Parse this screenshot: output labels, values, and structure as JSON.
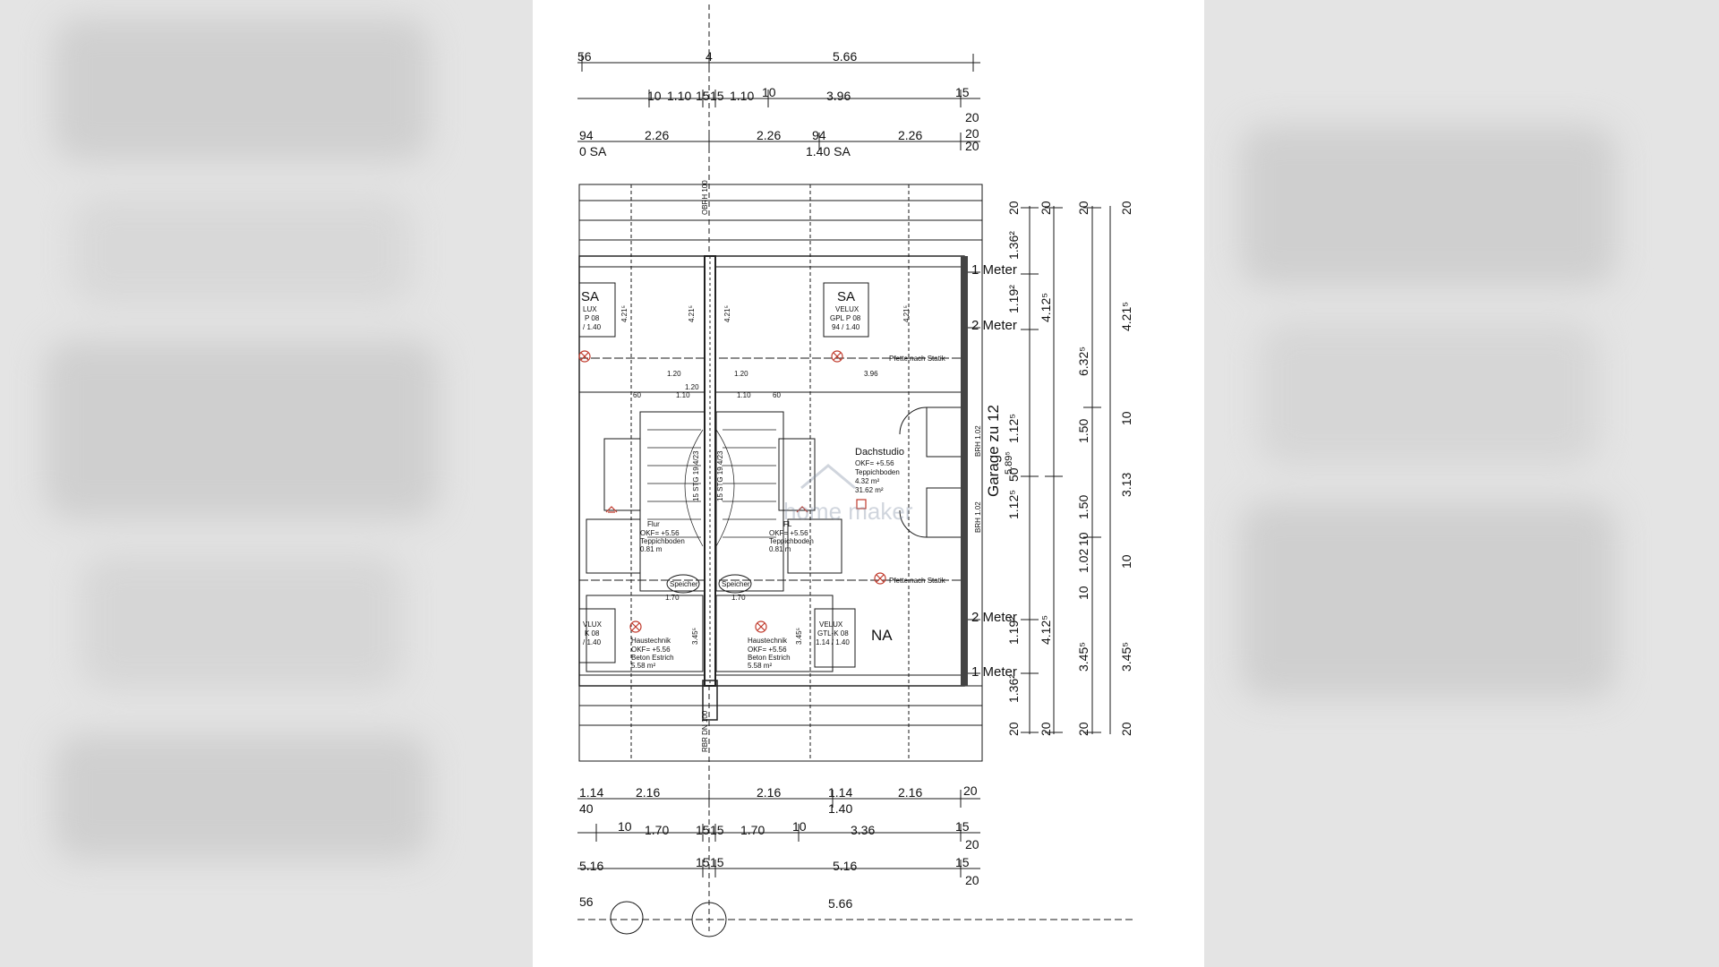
{
  "watermark": "home maker",
  "top_dims": {
    "row1": [
      "56",
      "4",
      "5.66"
    ],
    "row2": [
      "10",
      "1.10",
      "15",
      "15",
      "1.10",
      "10",
      "3.96",
      "15",
      "20"
    ],
    "row3": [
      "94",
      "2.26",
      "2.26",
      "94",
      "2.26",
      "20",
      "20"
    ],
    "row3_sub": [
      "0 SA",
      "1.40 SA"
    ]
  },
  "bottom_dims": {
    "row1": [
      "1.14",
      "2.16",
      "2.16",
      "1.14",
      "2.16",
      "20"
    ],
    "row1_sub": [
      "40",
      "1.40"
    ],
    "row2": [
      "10",
      "1.70",
      "15",
      "15",
      "1.70",
      "10",
      "3.36",
      "15",
      "20"
    ],
    "row3": [
      "5.16",
      "15",
      "15",
      "5.16",
      "15",
      "20"
    ],
    "row4": [
      "56",
      "5.66"
    ]
  },
  "right_dims": {
    "col1": [
      "20",
      "1.36²",
      "1.19²",
      "1.12⁵",
      "50",
      "1.12⁵",
      "1.19²",
      "1.36²",
      "20"
    ],
    "col2": [
      "20",
      "4.12⁵",
      "4.12⁵",
      "20"
    ],
    "col3": [
      "20",
      "6.32⁵",
      "1.50",
      "1.50",
      "10",
      "1.02",
      "10",
      "3.45⁵",
      "20"
    ],
    "col4": [
      "20",
      "4.21⁵",
      "10",
      "3.13",
      "10",
      "3.45⁵",
      "20"
    ]
  },
  "meter_labels": [
    "1 Meter",
    "2 Meter",
    "2 Meter",
    "1 Meter"
  ],
  "garage_label": "Garage zu 12",
  "garage_sub": "5.89⁵",
  "brh_labels": [
    "BRH 1.02",
    "BRH 1.02"
  ],
  "vertical_top": "OBRH 100",
  "vertical_bottom": "RBR DN 100",
  "rooms": {
    "dachstudio": {
      "name": "Dachstudio",
      "okf": "OKF= +5.56",
      "floor": "Teppichboden",
      "area1": "4.32 m²",
      "area2": "31.62 m²"
    },
    "flur_left": {
      "name": "Flur",
      "okf": "OKF= +5.56",
      "floor": "Teppichboden",
      "area": "0.81 m"
    },
    "flur_right": {
      "name": "FL",
      "okf": "OKF= +5.56",
      "floor": "Teppichboden",
      "area": "0.81 m"
    },
    "haustechnik_left": {
      "name": "Haustechnik",
      "okf": "OKF= +5.56",
      "floor": "Beton Estrich",
      "area": "5.58 m²"
    },
    "haustechnik_right": {
      "name": "Haustechnik",
      "okf": "OKF= +5.56",
      "floor": "Beton Estrich",
      "area": "5.58 m²"
    },
    "speicher_left": "Speicher",
    "speicher_right": "Speicher",
    "na": "NA"
  },
  "skylights": {
    "sa_left": {
      "label": "SA",
      "type": "LUX",
      "code": "P 08",
      "size": "/ 1.40"
    },
    "sa_right": {
      "label": "SA",
      "type": "VELUX",
      "code": "GPL P 08",
      "size": "94 / 1.40"
    },
    "gt_left": {
      "type": "VLUX",
      "code": "K 08",
      "size": "/ 1.40"
    },
    "gt_right": {
      "type": "VELUX",
      "code": "GTL-K 08",
      "size": "1.14 / 1.40"
    }
  },
  "purlin_label": "Pfette nach Statik",
  "interior_dims": {
    "upper": [
      "1.20",
      "1.20",
      "1.20",
      "3.96",
      "60",
      "1.10",
      "1.10",
      "60"
    ],
    "speicher": [
      "1.70",
      "1.70"
    ],
    "stairs": [
      "15 STG 19.4/23",
      "15 STG 19.4/23"
    ],
    "heights": [
      "4.21⁵",
      "4.21⁵",
      "4.21⁵",
      "4.21⁵",
      "3.45⁵",
      "3.45⁵"
    ]
  },
  "colors": {
    "line": "#1a1a1a",
    "wall": "#222222",
    "mark": "#c0392b",
    "bg": "#ffffff"
  }
}
